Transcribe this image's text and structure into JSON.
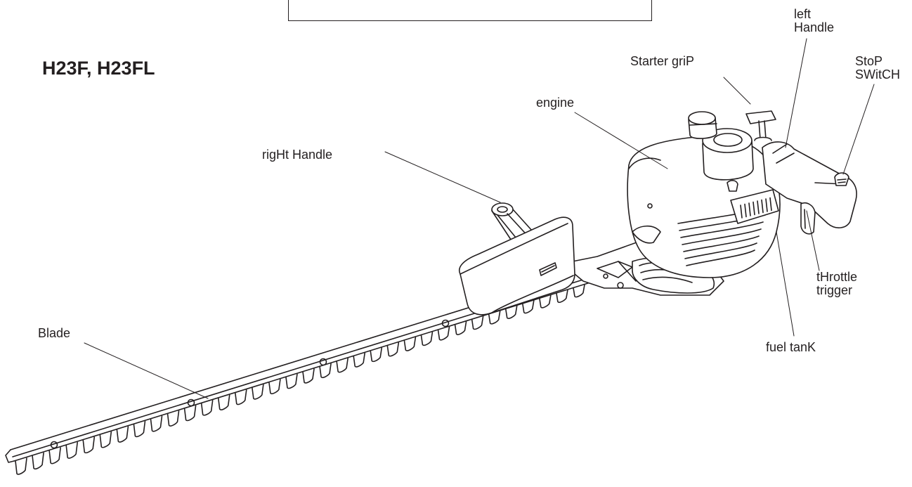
{
  "figure": {
    "model_title": "H23F, H23FL",
    "line_color": "#231f20",
    "background": "#ffffff"
  },
  "callouts": {
    "left_handle": "left\nHandle",
    "starter_grip": "Starter griP",
    "stop_switch": "StoP\nSWitCH",
    "engine": "engine",
    "right_handle": "rigHt Handle",
    "throttle_trigger": "tHrottle\ntrigger",
    "blade": "Blade",
    "fuel_tank": "fuel tanK"
  }
}
